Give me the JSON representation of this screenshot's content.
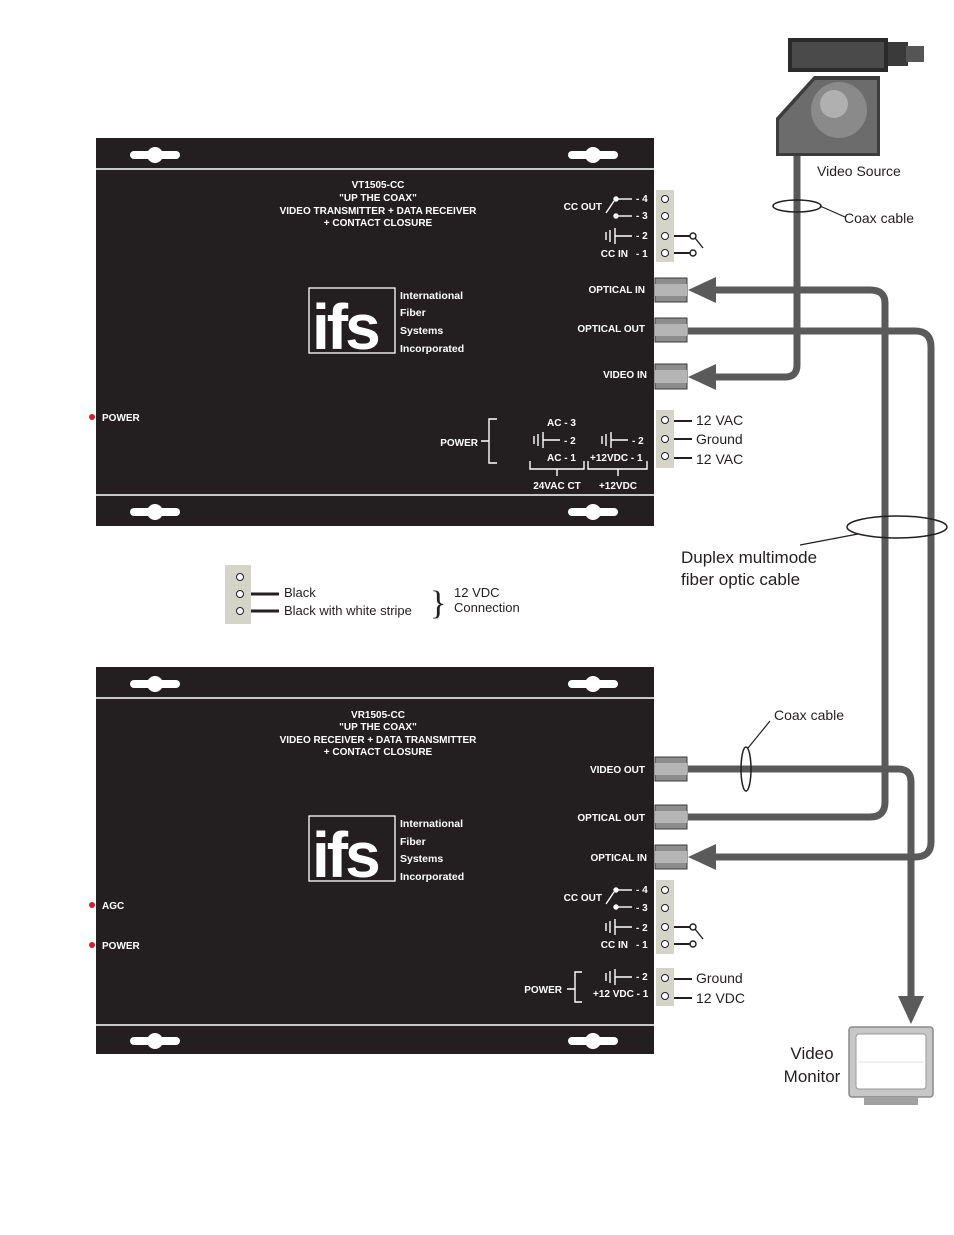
{
  "transmitter": {
    "model": "VT1505-CC",
    "subtitle": "\"UP THE COAX\"",
    "description_line1": "VIDEO TRANSMITTER  +  DATA RECEIVER",
    "description_line2": "+ CONTACT CLOSURE",
    "cc_out_label": "CC OUT",
    "cc_in_label": "CC IN",
    "pin4": "- 4",
    "pin3": "- 3",
    "pin2": "- 2",
    "pin1": "- 1",
    "optical_in": "OPTICAL IN",
    "optical_out": "OPTICAL OUT",
    "video_in": "VIDEO IN",
    "power_led": "POWER",
    "power_label": "POWER",
    "ac3": "AC - 3",
    "ac2": "- 2",
    "ac1": "AC - 1",
    "dc2": "- 2",
    "dc1": "+12VDC - 1",
    "bottom_24vac": "24VAC CT",
    "bottom_12vdc": "+12VDC",
    "term_12vac_top": "12 VAC",
    "term_ground": "Ground",
    "term_12vac_bottom": "12 VAC"
  },
  "receiver": {
    "model": "VR1505-CC",
    "subtitle": "\"UP THE COAX\"",
    "description_line1": "VIDEO RECEIVER  +  DATA TRANSMITTER",
    "description_line2": "+ CONTACT CLOSURE",
    "video_out": "VIDEO OUT",
    "optical_out": "OPTICAL OUT",
    "optical_in": "OPTICAL IN",
    "cc_out_label": "CC OUT",
    "cc_in_label": "CC IN",
    "pin4": "- 4",
    "pin3": "- 3",
    "pin2": "- 2",
    "pin1": "- 1",
    "agc_led": "AGC",
    "power_led": "POWER",
    "power_label": "POWER",
    "p2": "- 2",
    "p1": "+12 VDC - 1",
    "term_ground": "Ground",
    "term_12vdc": "12 VDC"
  },
  "brand": {
    "logo": "ifs",
    "line1": "International",
    "line2": "Fiber",
    "line3": "Systems",
    "line4": "Incorporated"
  },
  "legend": {
    "black": "Black",
    "black_stripe": "Black with white stripe",
    "conn_line1": "12 VDC",
    "conn_line2": "Connection"
  },
  "labels": {
    "video_source": "Video Source",
    "coax_top": "Coax cable",
    "duplex_line1": "Duplex multimode",
    "duplex_line2": "fiber optic cable",
    "coax_bottom": "Coax cable",
    "monitor_line1": "Video",
    "monitor_line2": "Monitor"
  },
  "colors": {
    "panel": "#231f20",
    "cable": "#5a5a5a",
    "terminal_block": "#d4d4c8",
    "led": "#d4202a"
  },
  "icons": [
    "video-camera-icon",
    "video-monitor-icon",
    "bnc-connector-icon",
    "screw-terminal-icon",
    "contact-switch-icon",
    "battery-symbol-icon"
  ]
}
